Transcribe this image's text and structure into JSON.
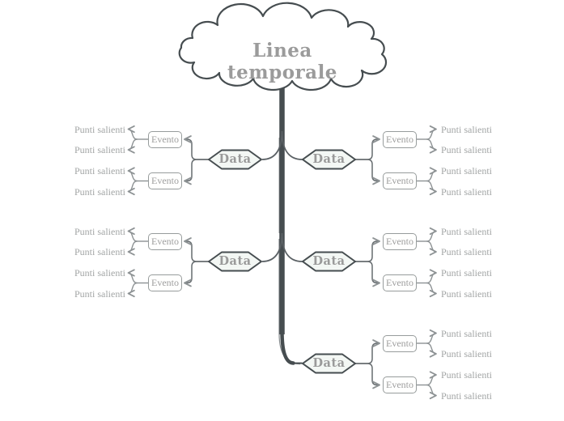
{
  "title": "Linea temporale",
  "branches": [
    {
      "side": "left",
      "row": 1,
      "date": "Data",
      "events": [
        {
          "label": "Evento",
          "highlights": [
            "Punti salienti",
            "Punti salienti"
          ]
        },
        {
          "label": "Evento",
          "highlights": [
            "Punti salienti",
            "Punti salienti"
          ]
        }
      ]
    },
    {
      "side": "right",
      "row": 1,
      "date": "Data",
      "events": [
        {
          "label": "Evento",
          "highlights": [
            "Punti salienti",
            "Punti salienti"
          ]
        },
        {
          "label": "Evento",
          "highlights": [
            "Punti salienti",
            "Punti salienti"
          ]
        }
      ]
    },
    {
      "side": "left",
      "row": 2,
      "date": "Data",
      "events": [
        {
          "label": "Evento",
          "highlights": [
            "Punti salienti",
            "Punti salienti"
          ]
        },
        {
          "label": "Evento",
          "highlights": [
            "Punti salienti",
            "Punti salienti"
          ]
        }
      ]
    },
    {
      "side": "right",
      "row": 2,
      "date": "Data",
      "events": [
        {
          "label": "Evento",
          "highlights": [
            "Punti salienti",
            "Punti salienti"
          ]
        },
        {
          "label": "Evento",
          "highlights": [
            "Punti salienti",
            "Punti salienti"
          ]
        }
      ]
    },
    {
      "side": "right",
      "row": 3,
      "date": "Data",
      "events": [
        {
          "label": "Evento",
          "highlights": [
            "Punti salienti",
            "Punti salienti"
          ]
        },
        {
          "label": "Evento",
          "highlights": [
            "Punti salienti",
            "Punti salienti"
          ]
        }
      ]
    }
  ],
  "colors": {
    "outline_dark": "#464d50",
    "branch_connector": "#5a6064",
    "leaf_connector": "#8d9294",
    "event_border": "#979c9c",
    "hexagon_fill": "#f3f7f4",
    "node_text": "#9b9b9b",
    "leaf_text": "#a2a5a5"
  }
}
